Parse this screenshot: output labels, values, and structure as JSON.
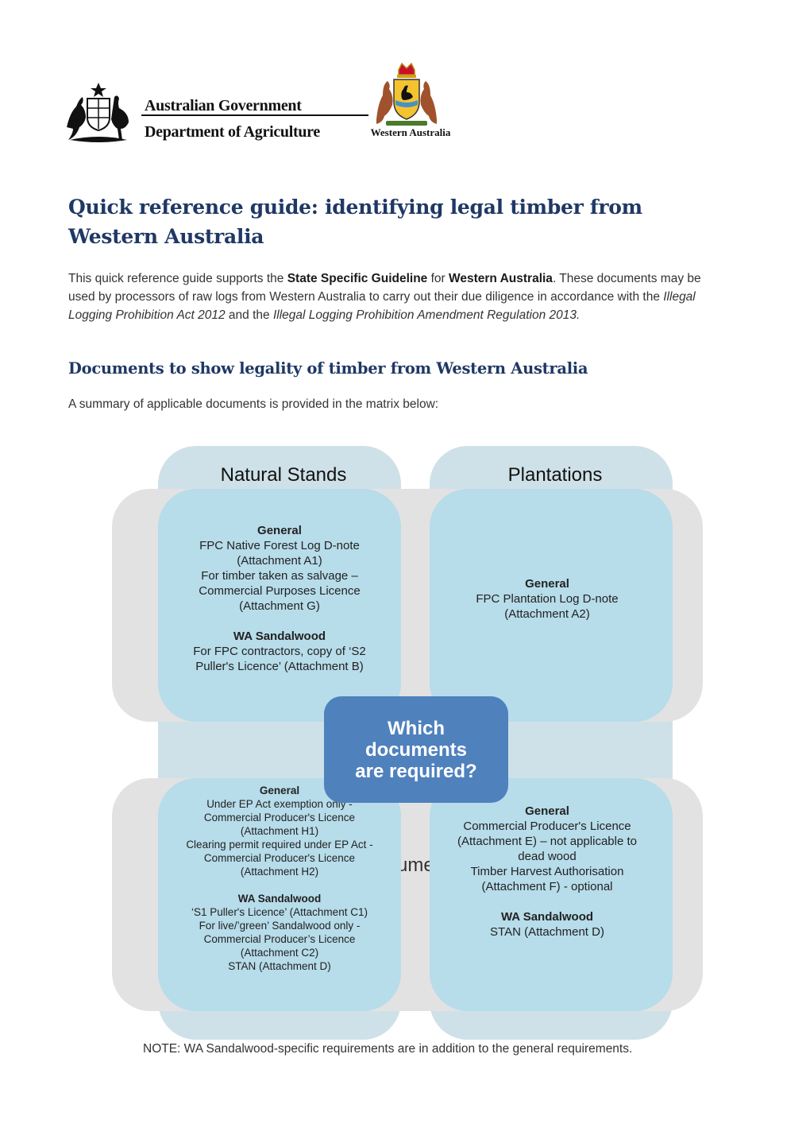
{
  "header": {
    "gov_line1": "Australian Government",
    "gov_line2": "Department of Agriculture",
    "wa_label": "Western Australia"
  },
  "title": "Quick reference guide: identifying legal timber from Western Australia",
  "intro": {
    "p1": "This quick reference guide supports the ",
    "b1": "State Specific Guideline",
    "p2": " for ",
    "b2": "Western Australia",
    "p3": ". These documents may be used by processors of raw logs from Western Australia to carry out their due diligence in accordance with the ",
    "i1": "Illegal Logging Prohibition Act 2012",
    "p4": " and the ",
    "i2": "Illegal Logging Prohibition Amendment Regulation 2013."
  },
  "section_heading": "Documents to show legality of timber from Western Australia",
  "summary": "A summary of applicable documents is provided in the matrix below:",
  "matrix": {
    "col_left": "Natural Stands",
    "col_right": "Plantations",
    "center": "Which documents are required?",
    "ghost": "ume",
    "top_left": {
      "h1": "General",
      "l1": "FPC Native Forest Log D-note",
      "l2": "(Attachment A1)",
      "l3": "For timber taken as salvage –",
      "l4": "Commercial Purposes Licence",
      "l5": "(Attachment G)",
      "h2": "WA Sandalwood",
      "l6": "For FPC contractors, copy of ‘S2",
      "l7": "Puller's Licence’ (Attachment B)"
    },
    "top_right": {
      "h1": "General",
      "l1": "FPC Plantation Log D-note",
      "l2": "(Attachment A2)"
    },
    "bottom_left": {
      "h1": "General",
      "l1": "Under EP Act exemption only -",
      "l2": "Commercial Producer's Licence",
      "l3": "(Attachment H1)",
      "l4": "Clearing permit required under EP Act -",
      "l5": "Commercial Producer's Licence",
      "l6": "(Attachment H2)",
      "h2": "WA Sandalwood",
      "l7": "‘S1 Puller's Licence’ (Attachment C1)",
      "l8": "For live/’green’ Sandalwood only -",
      "l9": "Commercial Producer’s Licence",
      "l10": "(Attachment C2)",
      "l11": "STAN (Attachment D)"
    },
    "bottom_right": {
      "h1": "General",
      "l1": "Commercial Producer's Licence",
      "l2": "(Attachment E) – not applicable to",
      "l3": "dead wood",
      "l4": "Timber Harvest Authorisation",
      "l5": "(Attachment F) - optional",
      "h2": "WA Sandalwood",
      "l6": "STAN (Attachment D)"
    }
  },
  "note": "NOTE: WA Sandalwood-specific requirements are in addition to the general requirements."
}
